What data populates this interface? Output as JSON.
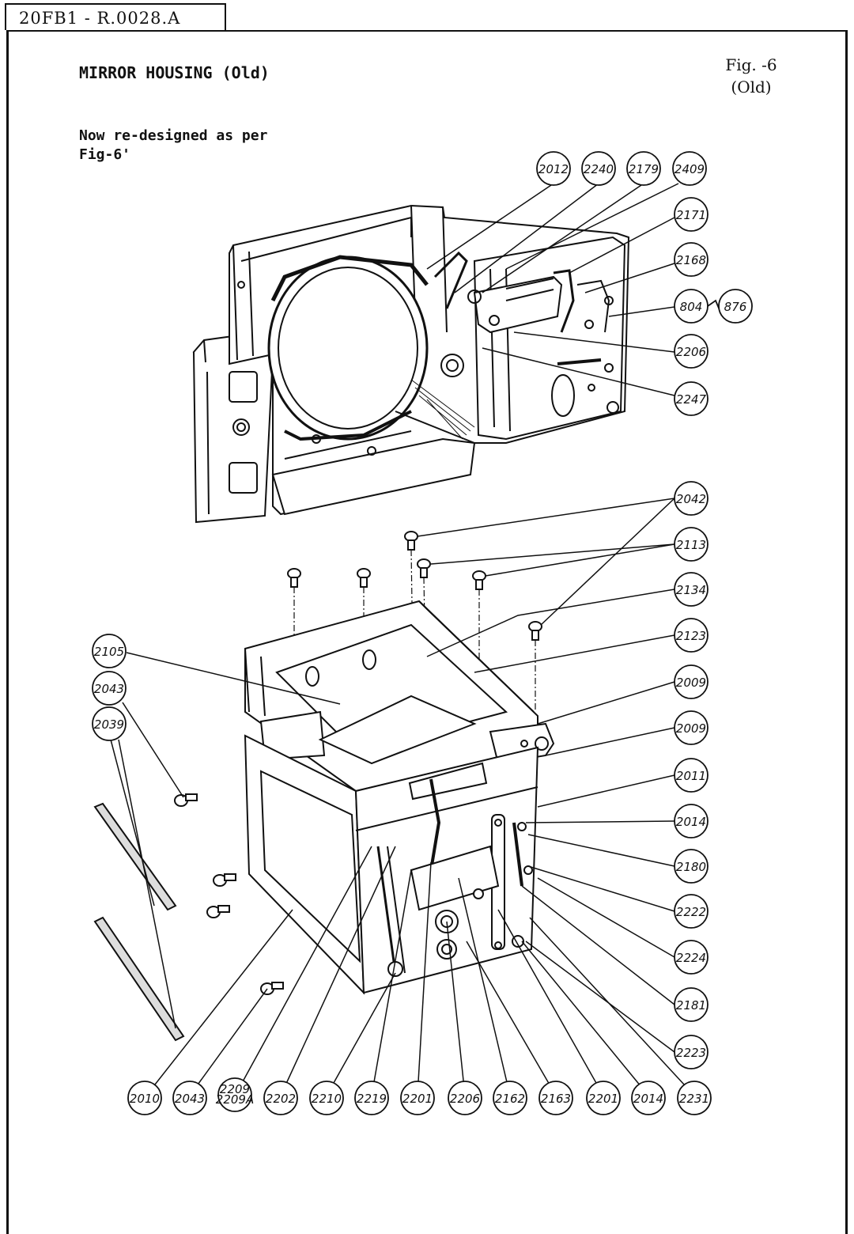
{
  "doc_id": "20FB1 - R.0028.A",
  "section_title": "MIRROR HOUSING (Old)",
  "figure": {
    "label": "Fig. -6",
    "sub": "(Old)"
  },
  "note": {
    "line1": "Now re-designed as per",
    "line2": "Fig-6'"
  },
  "callouts": {
    "top": [
      "2012",
      "2240",
      "2179",
      "2409",
      "2171",
      "2168",
      "804",
      "876",
      "2206",
      "2247"
    ],
    "right": [
      "2042",
      "2113",
      "2134",
      "2123",
      "2009",
      "2009",
      "2011",
      "2014",
      "2180",
      "2222",
      "2224",
      "2181",
      "2223"
    ],
    "left": [
      "2105",
      "2043",
      "2039"
    ],
    "bottom": [
      "2010",
      "2043",
      "2209",
      "2209A",
      "2202",
      "2210",
      "2219",
      "2201",
      "2206",
      "2162",
      "2163",
      "2201",
      "2014",
      "2231"
    ]
  }
}
